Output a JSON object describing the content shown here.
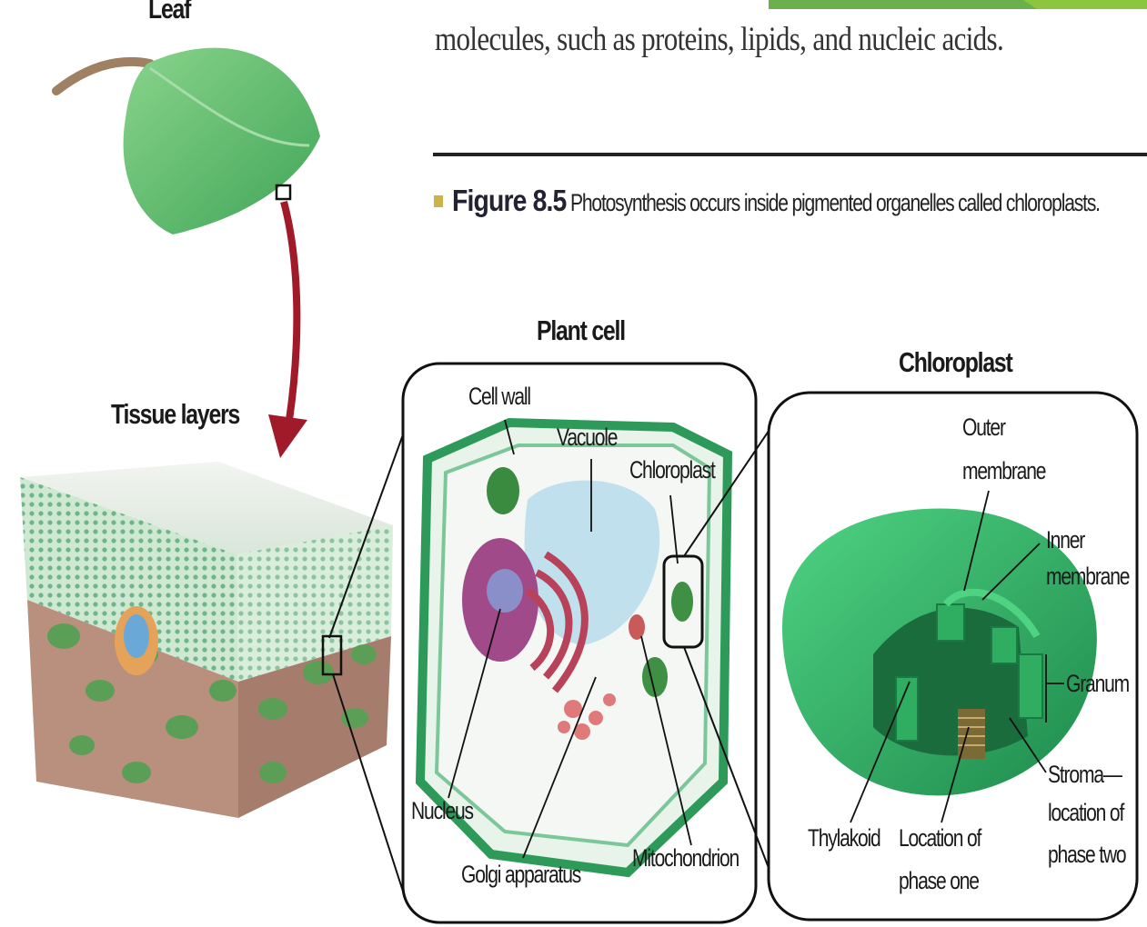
{
  "body_text": "molecules, such as proteins, lipids, and nucleic acids.",
  "figure": {
    "number": "Figure 8.5",
    "caption": "Photosynthesis occurs inside pigmented organelles called chloroplasts."
  },
  "labels": {
    "leaf": "Leaf",
    "tissue_layers": "Tissue layers",
    "plant_cell": "Plant cell",
    "chloroplast_title": "Chloroplast",
    "cell_wall": "Cell wall",
    "vacuole": "Vacuole",
    "chloroplast": "Chloroplast",
    "nucleus": "Nucleus",
    "golgi": "Golgi apparatus",
    "mitochondrion": "Mitochondrion",
    "outer_membrane_1": "Outer",
    "outer_membrane_2": "membrane",
    "inner_membrane_1": "Inner",
    "inner_membrane_2": "membrane",
    "granum": "Granum",
    "thylakoid": "Thylakoid",
    "location_one_1": "Location of",
    "location_one_2": "phase one",
    "stroma_1": "Stroma—",
    "stroma_2": "location of",
    "stroma_3": "phase two"
  },
  "colors": {
    "leaf_green": "#5fbf6a",
    "cell_green": "#4fb778",
    "chloroplast_green": "#2fae62",
    "arrow_red": "#a11a2a",
    "vacuole_blue": "#bfe0ec",
    "nucleus_purple": "#a04a8a"
  }
}
